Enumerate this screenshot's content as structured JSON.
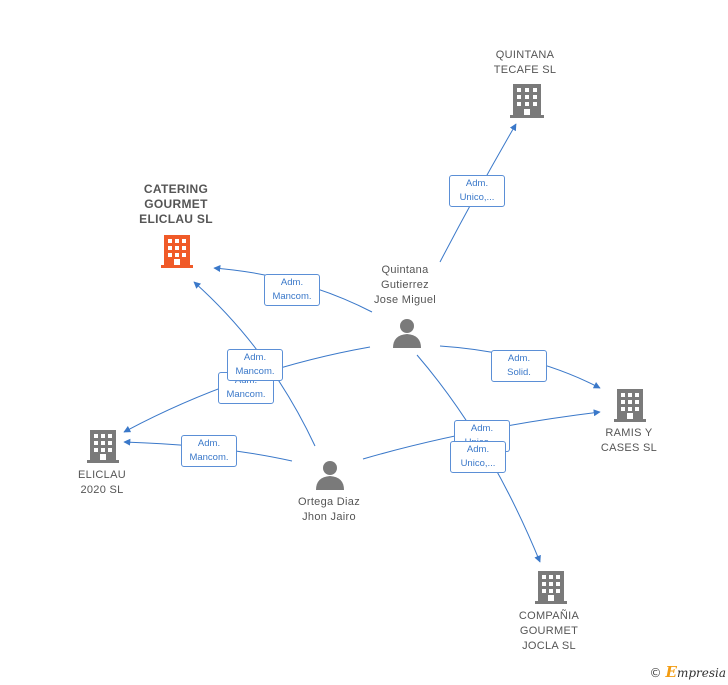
{
  "nodes": {
    "catering": {
      "lines": [
        "CATERING",
        "GOURMET",
        "ELICLAU  SL"
      ],
      "kind": "company-focus"
    },
    "quintana_tecafe": {
      "lines": [
        "QUINTANA",
        "TECAFE SL"
      ],
      "kind": "company"
    },
    "quintana_person": {
      "lines": [
        "Quintana",
        "Gutierrez",
        "Jose Miguel"
      ],
      "kind": "person"
    },
    "ramis": {
      "lines": [
        "RAMIS Y",
        "CASES  SL"
      ],
      "kind": "company"
    },
    "eliclau2020": {
      "lines": [
        "ELICLAU",
        "2020  SL"
      ],
      "kind": "company"
    },
    "ortega": {
      "lines": [
        "Ortega Diaz",
        "Jhon Jairo"
      ],
      "kind": "person"
    },
    "jocla": {
      "lines": [
        "COMPAÑIA",
        "GOURMET",
        "JOCLA  SL"
      ],
      "kind": "company"
    }
  },
  "edges": [
    {
      "id": "e1",
      "lines": [
        "Adm.",
        "Unico,..."
      ]
    },
    {
      "id": "e2",
      "lines": [
        "Adm.",
        "Mancom."
      ]
    },
    {
      "id": "e3",
      "lines": [
        "Adm.",
        "Mancom."
      ]
    },
    {
      "id": "e4",
      "lines": [
        "Adm.",
        "Mancom."
      ]
    },
    {
      "id": "e5",
      "lines": [
        "Adm.",
        "Solid."
      ]
    },
    {
      "id": "e6",
      "lines": [
        "Adm.",
        "Mancom."
      ]
    },
    {
      "id": "e7",
      "lines": [
        "Adm.",
        "Unico,..."
      ]
    },
    {
      "id": "e8",
      "lines": [
        "Adm.",
        "Unico,..."
      ]
    }
  ],
  "colors": {
    "edge": "#3a78c9",
    "focus": "#f05a28",
    "company": "#7a7a7a",
    "person": "#7a7a7a"
  },
  "credit": {
    "symbol": "©",
    "brand_initial": "E",
    "brand_rest": "mpresia"
  }
}
